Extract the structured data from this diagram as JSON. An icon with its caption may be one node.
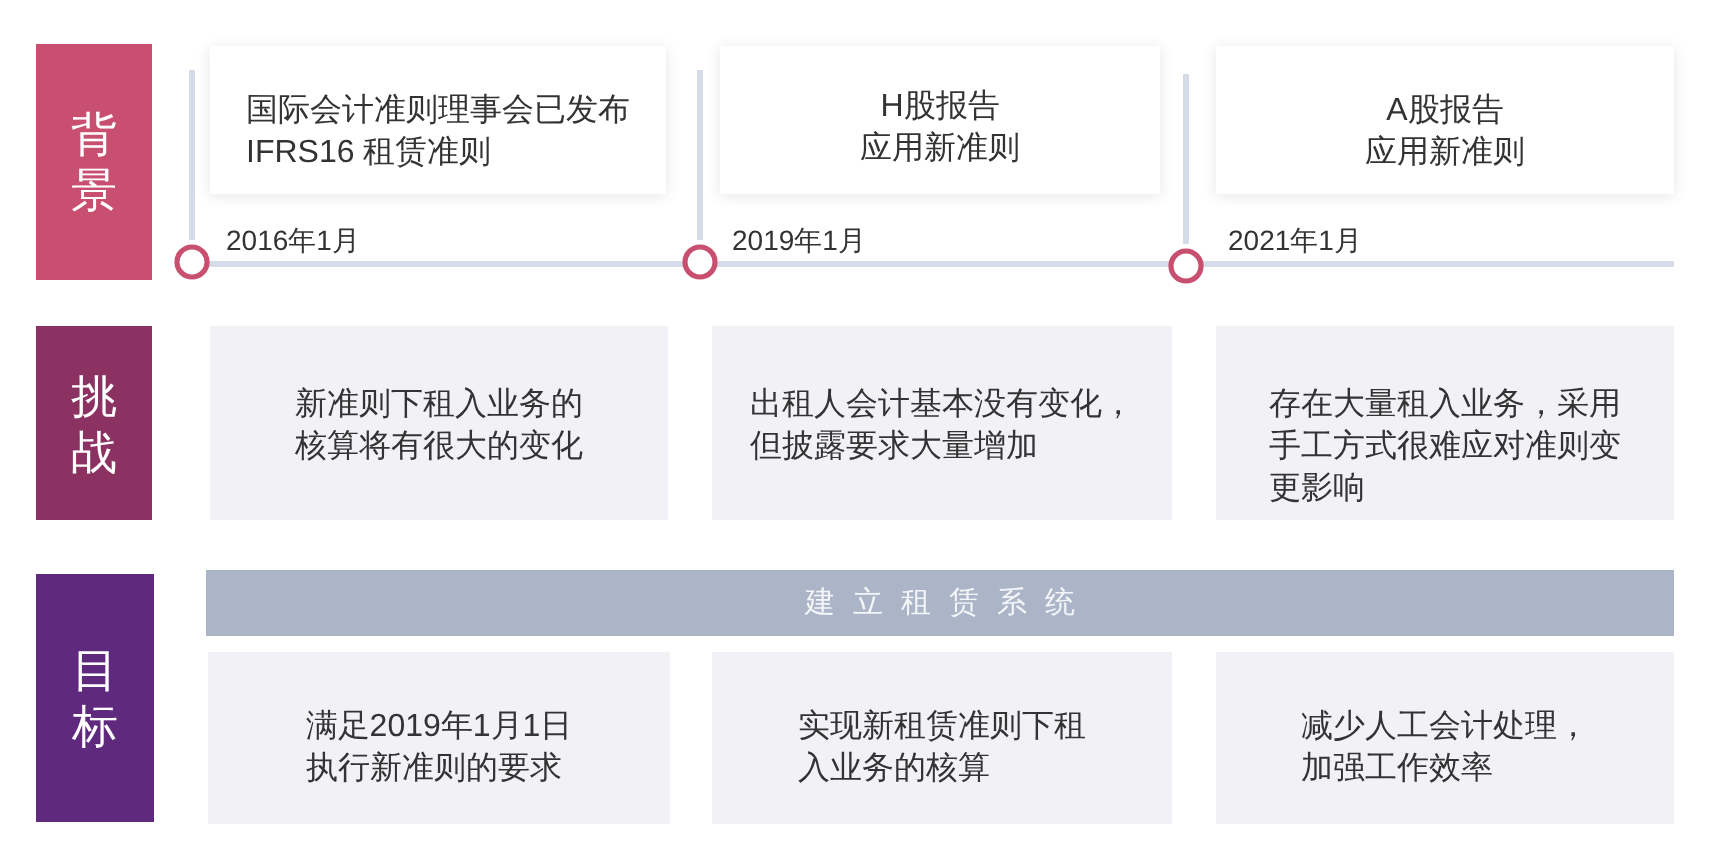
{
  "diagram": {
    "nodes": [
      {
        "text": [
          "背景"
        ]
      },
      {
        "text": [
          "国际会计准则理事会已发布IFRS16 租赁准则"
        ],
        "beside": [
          "2016年1月"
        ]
      },
      {
        "text": [
          "H股报告应用新准则"
        ],
        "beside": [
          "2019年1月"
        ]
      },
      {
        "text": [
          "A股报告应用新准则"
        ],
        "beside": [
          "2021年1月"
        ]
      },
      {
        "text": [
          "挑战"
        ]
      },
      {
        "text": [
          "新准则下租入业务的核算将有很大的变化"
        ]
      },
      {
        "text": [
          "出租人会计基本没有变化，但披露要求大量增加"
        ]
      },
      {
        "text": [
          "存在大量租入业务，采用手工方式很难应对准则变更影响"
        ]
      },
      {
        "text": [
          "目标"
        ]
      },
      {
        "text": [
          "建立租赁系统"
        ]
      },
      {
        "text": [
          "满足2019年1月1日执行新准则的要求"
        ]
      },
      {
        "text": [
          "实现新租赁准则下租入业务的核算"
        ]
      },
      {
        "text": [
          "减少人工会计处理，加强工作效率"
        ]
      }
    ]
  }
}
